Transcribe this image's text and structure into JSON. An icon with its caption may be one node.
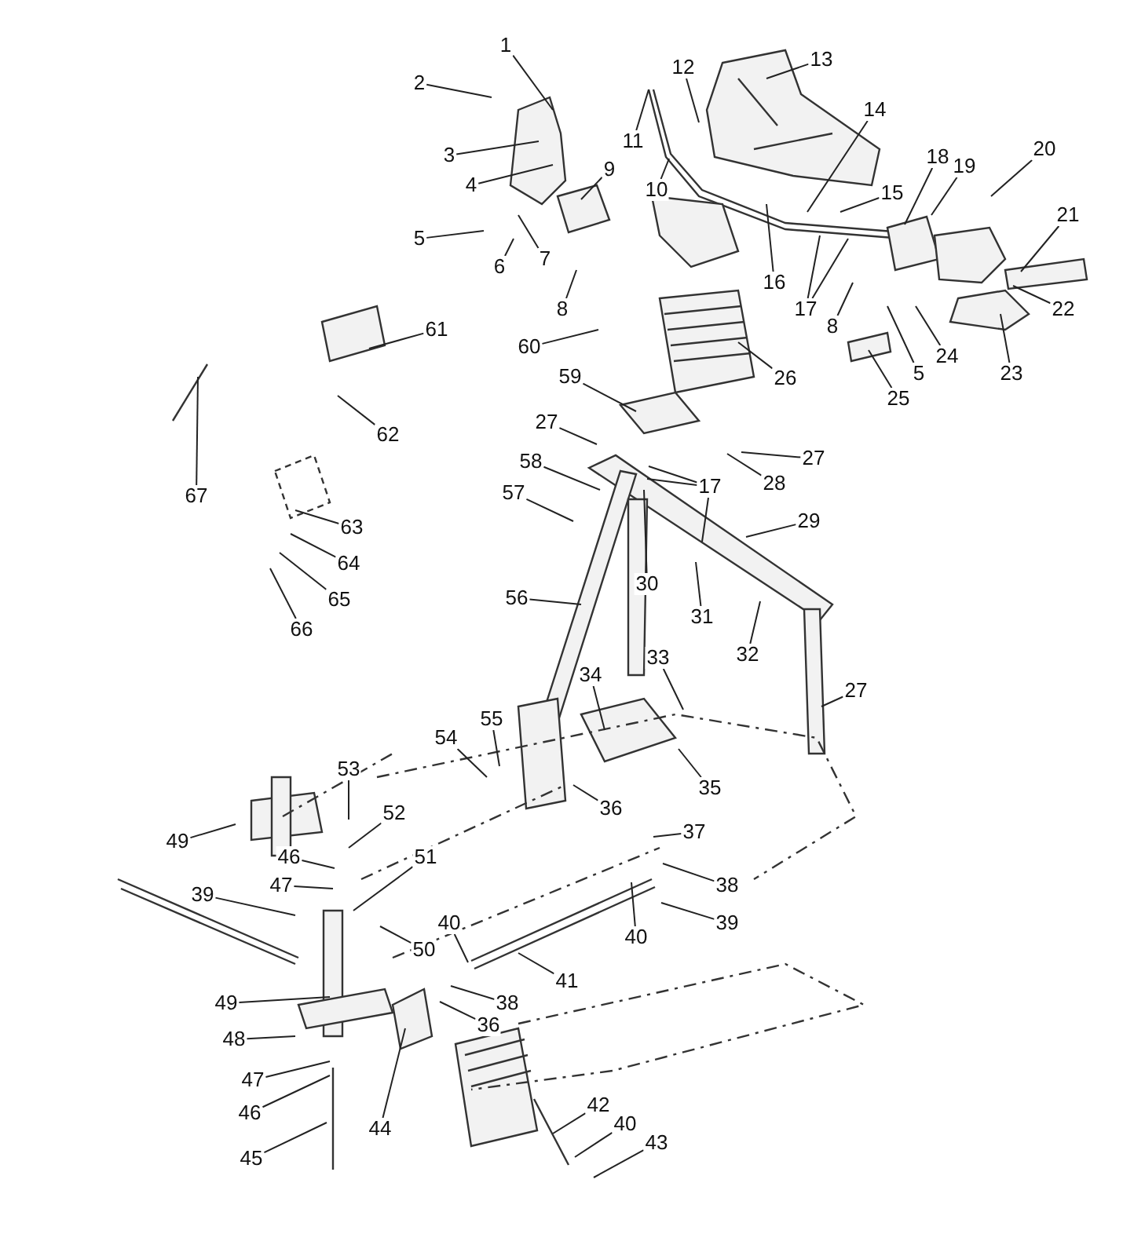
{
  "diagram": {
    "nodes": [
      {
        "text": [
          "1"
        ]
      },
      {
        "text": [
          "12"
        ]
      },
      {
        "text": [
          "13"
        ]
      },
      {
        "text": [
          "2"
        ]
      },
      {
        "text": [
          "14"
        ]
      },
      {
        "text": [
          "11"
        ]
      },
      {
        "text": [
          "20"
        ]
      },
      {
        "text": [
          "3"
        ]
      },
      {
        "text": [
          "18"
        ]
      },
      {
        "text": [
          "19"
        ]
      },
      {
        "text": [
          "9"
        ]
      },
      {
        "text": [
          "4"
        ]
      },
      {
        "text": [
          "10"
        ]
      },
      {
        "text": [
          "15"
        ]
      },
      {
        "text": [
          "21"
        ]
      },
      {
        "text": [
          "5"
        ]
      },
      {
        "text": [
          "7"
        ]
      },
      {
        "text": [
          "6"
        ]
      },
      {
        "text": [
          "16"
        ]
      },
      {
        "text": [
          "22"
        ]
      },
      {
        "text": [
          "8"
        ]
      },
      {
        "text": [
          "17"
        ]
      },
      {
        "text": [
          "8"
        ]
      },
      {
        "text": [
          "61"
        ]
      },
      {
        "text": [
          "60"
        ]
      },
      {
        "text": [
          "24"
        ]
      },
      {
        "text": [
          "23"
        ]
      },
      {
        "text": [
          "5"
        ]
      },
      {
        "text": [
          "26"
        ]
      },
      {
        "text": [
          "59"
        ]
      },
      {
        "text": [
          "25"
        ]
      },
      {
        "text": [
          "27"
        ]
      },
      {
        "text": [
          "62"
        ]
      },
      {
        "text": [
          "27"
        ]
      },
      {
        "text": [
          "58"
        ]
      },
      {
        "text": [
          "28"
        ]
      },
      {
        "text": [
          "17"
        ]
      },
      {
        "text": [
          "57"
        ]
      },
      {
        "text": [
          "67"
        ]
      },
      {
        "text": [
          "29"
        ]
      },
      {
        "text": [
          "63"
        ]
      },
      {
        "text": [
          "64"
        ]
      },
      {
        "text": [
          "30"
        ]
      },
      {
        "text": [
          "56"
        ]
      },
      {
        "text": [
          "65"
        ]
      },
      {
        "text": [
          "31"
        ]
      },
      {
        "text": [
          "66"
        ]
      },
      {
        "text": [
          "32"
        ]
      },
      {
        "text": [
          "33"
        ]
      },
      {
        "text": [
          "34"
        ]
      },
      {
        "text": [
          "27"
        ]
      },
      {
        "text": [
          "55"
        ]
      },
      {
        "text": [
          "54"
        ]
      },
      {
        "text": [
          "53"
        ]
      },
      {
        "text": [
          "35"
        ]
      },
      {
        "text": [
          "36"
        ]
      },
      {
        "text": [
          "52"
        ]
      },
      {
        "text": [
          "37"
        ]
      },
      {
        "text": [
          "49"
        ]
      },
      {
        "text": [
          "46"
        ]
      },
      {
        "text": [
          "51"
        ]
      },
      {
        "text": [
          "47"
        ]
      },
      {
        "text": [
          "38"
        ]
      },
      {
        "text": [
          "39"
        ]
      },
      {
        "text": [
          "39"
        ]
      },
      {
        "text": [
          "40"
        ]
      },
      {
        "text": [
          "40"
        ]
      },
      {
        "text": [
          "50"
        ]
      },
      {
        "text": [
          "41"
        ]
      },
      {
        "text": [
          "49"
        ]
      },
      {
        "text": [
          "38"
        ]
      },
      {
        "text": [
          "36"
        ]
      },
      {
        "text": [
          "48"
        ]
      },
      {
        "text": [
          "47"
        ]
      },
      {
        "text": [
          "42"
        ]
      },
      {
        "text": [
          "46"
        ]
      },
      {
        "text": [
          "40"
        ]
      },
      {
        "text": [
          "44"
        ]
      },
      {
        "text": [
          "43"
        ]
      },
      {
        "text": [
          "45"
        ]
      }
    ],
    "edges": [
      {
        "from": 0,
        "to": null,
        "arrow": "none"
      },
      {
        "from": 1,
        "to": null,
        "arrow": "none"
      },
      {
        "from": 2,
        "to": null,
        "arrow": "none"
      },
      {
        "from": 3,
        "to": null,
        "arrow": "none"
      },
      {
        "from": 4,
        "to": null,
        "arrow": "none"
      },
      {
        "from": 5,
        "to": null,
        "arrow": "none"
      },
      {
        "from": 6,
        "to": null,
        "arrow": "none"
      },
      {
        "from": 7,
        "to": null,
        "arrow": "none"
      },
      {
        "from": 8,
        "to": null,
        "arrow": "none"
      },
      {
        "from": 9,
        "to": null,
        "arrow": "none"
      },
      {
        "from": 10,
        "to": null,
        "arrow": "none"
      },
      {
        "from": 11,
        "to": null,
        "arrow": "none"
      },
      {
        "from": 12,
        "to": null,
        "arrow": "none"
      },
      {
        "from": 13,
        "to": null,
        "arrow": "none"
      },
      {
        "from": 14,
        "to": null,
        "arrow": "none"
      },
      {
        "from": 15,
        "to": null,
        "arrow": "none"
      },
      {
        "from": 16,
        "to": null,
        "arrow": "none"
      },
      {
        "from": 17,
        "to": null,
        "arrow": "none"
      },
      {
        "from": 18,
        "to": null,
        "arrow": "none"
      },
      {
        "from": 19,
        "to": null,
        "arrow": "none"
      },
      {
        "from": 20,
        "to": null,
        "arrow": "none"
      },
      {
        "from": 21,
        "to": null,
        "arrow": "none"
      },
      {
        "from": 21,
        "to": null,
        "arrow": "none"
      },
      {
        "from": 22,
        "to": null,
        "arrow": "none"
      },
      {
        "from": 23,
        "to": null,
        "arrow": "none"
      },
      {
        "from": 24,
        "to": null,
        "arrow": "none"
      },
      {
        "from": 25,
        "to": null,
        "arrow": "none"
      },
      {
        "from": 26,
        "to": null,
        "arrow": "none"
      },
      {
        "from": 27,
        "to": null,
        "arrow": "none"
      },
      {
        "from": 28,
        "to": null,
        "arrow": "none"
      },
      {
        "from": 29,
        "to": null,
        "arrow": "none"
      },
      {
        "from": 30,
        "to": null,
        "arrow": "none"
      },
      {
        "from": 31,
        "to": null,
        "arrow": "none"
      },
      {
        "from": 32,
        "to": null,
        "arrow": "none"
      },
      {
        "from": 33,
        "to": null,
        "arrow": "none"
      },
      {
        "from": 34,
        "to": null,
        "arrow": "none"
      },
      {
        "from": 35,
        "to": null,
        "arrow": "none"
      },
      {
        "from": 36,
        "to": null,
        "arrow": "none"
      },
      {
        "from": 36,
        "to": null,
        "arrow": "none"
      },
      {
        "from": 36,
        "to": null,
        "arrow": "none"
      },
      {
        "from": 37,
        "to": null,
        "arrow": "none"
      },
      {
        "from": 38,
        "to": null,
        "arrow": "none"
      },
      {
        "from": 39,
        "to": null,
        "arrow": "none"
      },
      {
        "from": 40,
        "to": null,
        "arrow": "none"
      },
      {
        "from": 41,
        "to": null,
        "arrow": "none"
      },
      {
        "from": 42,
        "to": null,
        "arrow": "none"
      },
      {
        "from": 43,
        "to": null,
        "arrow": "none"
      },
      {
        "from": 44,
        "to": null,
        "arrow": "none"
      },
      {
        "from": 45,
        "to": null,
        "arrow": "none"
      },
      {
        "from": 46,
        "to": null,
        "arrow": "none"
      },
      {
        "from": 47,
        "to": null,
        "arrow": "none"
      },
      {
        "from": 48,
        "to": null,
        "arrow": "none"
      },
      {
        "from": 49,
        "to": null,
        "arrow": "none"
      },
      {
        "from": 50,
        "to": null,
        "arrow": "none"
      },
      {
        "from": 51,
        "to": null,
        "arrow": "none"
      },
      {
        "from": 52,
        "to": null,
        "arrow": "none"
      },
      {
        "from": 53,
        "to": null,
        "arrow": "none"
      },
      {
        "from": 54,
        "to": null,
        "arrow": "none"
      },
      {
        "from": 55,
        "to": null,
        "arrow": "none"
      },
      {
        "from": 56,
        "to": null,
        "arrow": "none"
      },
      {
        "from": 57,
        "to": null,
        "arrow": "none"
      },
      {
        "from": 58,
        "to": null,
        "arrow": "none"
      },
      {
        "from": 59,
        "to": null,
        "arrow": "none"
      },
      {
        "from": 60,
        "to": null,
        "arrow": "none"
      },
      {
        "from": 61,
        "to": null,
        "arrow": "none"
      },
      {
        "from": 62,
        "to": null,
        "arrow": "none"
      },
      {
        "from": 63,
        "to": null,
        "arrow": "none"
      },
      {
        "from": 64,
        "to": null,
        "arrow": "none"
      },
      {
        "from": 65,
        "to": null,
        "arrow": "none"
      },
      {
        "from": 66,
        "to": null,
        "arrow": "none"
      },
      {
        "from": 67,
        "to": null,
        "arrow": "none"
      },
      {
        "from": 68,
        "to": null,
        "arrow": "none"
      },
      {
        "from": 69,
        "to": null,
        "arrow": "none"
      },
      {
        "from": 70,
        "to": null,
        "arrow": "none"
      },
      {
        "from": 71,
        "to": null,
        "arrow": "none"
      },
      {
        "from": 72,
        "to": null,
        "arrow": "none"
      },
      {
        "from": 73,
        "to": null,
        "arrow": "none"
      },
      {
        "from": 74,
        "to": null,
        "arrow": "none"
      },
      {
        "from": 75,
        "to": null,
        "arrow": "none"
      },
      {
        "from": 76,
        "to": null,
        "arrow": "none"
      },
      {
        "from": 77,
        "to": null,
        "arrow": "none"
      },
      {
        "from": 78,
        "to": null,
        "arrow": "none"
      },
      {
        "from": 79,
        "to": null,
        "arrow": "none"
      }
    ]
  }
}
